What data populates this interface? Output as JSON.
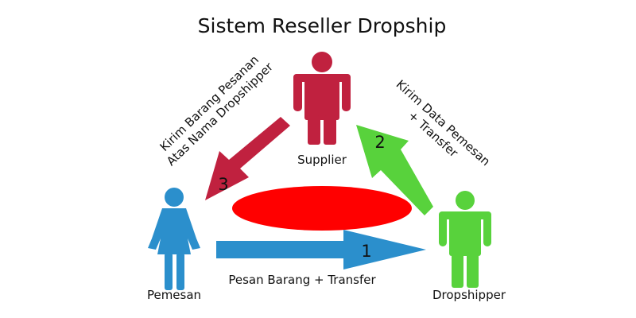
{
  "title": "Sistem Reseller Dropship",
  "actors": {
    "supplier": {
      "label": "Supplier",
      "color": "#c0213f"
    },
    "pemesan": {
      "label": "Pemesan",
      "color": "#2b8fcc"
    },
    "dropshipper": {
      "label": "Dropshipper",
      "color": "#58d23c"
    }
  },
  "steps": {
    "step1": {
      "number": "1",
      "label": "Pesan Barang + Transfer",
      "color": "#2b8fcc"
    },
    "step2": {
      "number": "2",
      "label_line1": "Kirim Data Pemesan",
      "label_line2": "+ Transfer",
      "color": "#58d23c"
    },
    "step3": {
      "number": "3",
      "label_line1": "Kirim Barang Pesanan",
      "label_line2": "Atas Nama Dropshipper",
      "color": "#c0213f"
    }
  },
  "center_ellipse_color": "#ff0000"
}
